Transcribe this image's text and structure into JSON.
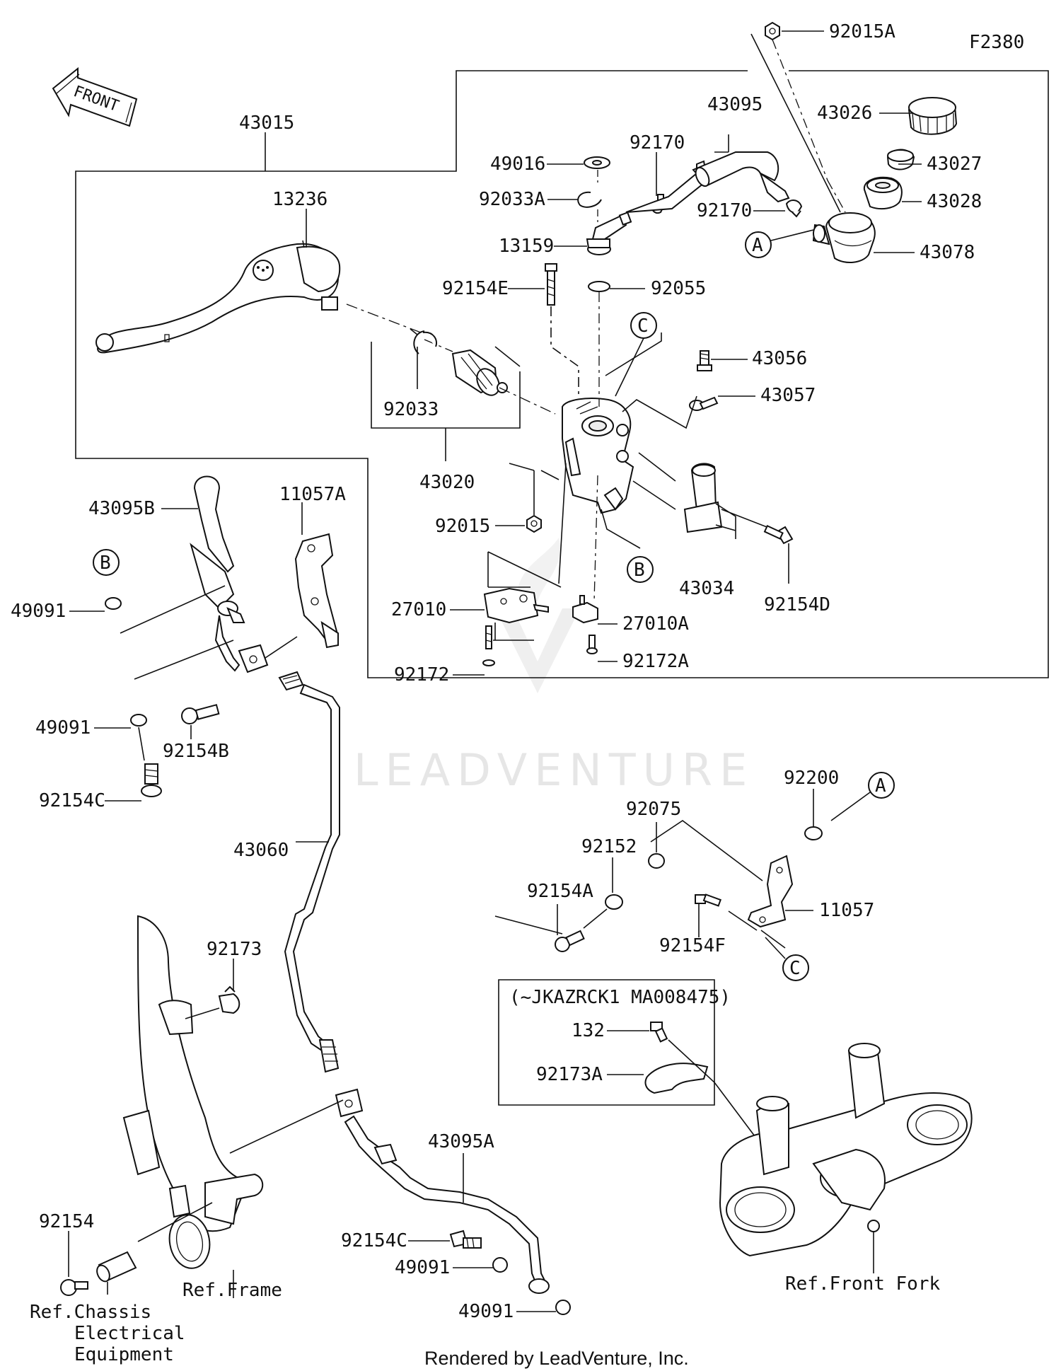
{
  "figure_code": "F2380",
  "front_arrow": "FRONT",
  "watermark": "LEADVENTURE",
  "footer": "Rendered by LeadVenture, Inc.",
  "callouts": {
    "A": "A",
    "B": "B",
    "C": "C"
  },
  "serial_note": "(~JKAZRCK1 MA008475)",
  "references": {
    "chassis_electrical": [
      "Ref.Chassis",
      "Electrical",
      "Equipment"
    ],
    "frame": "Ref.Frame",
    "front_fork": "Ref.Front Fork"
  },
  "parts": [
    "92015A",
    "43015",
    "43095",
    "43026",
    "43027",
    "43028",
    "43078",
    "49016",
    "92170",
    "92033A",
    "92170",
    "13236",
    "13159",
    "92154E",
    "92055",
    "43056",
    "43057",
    "92033",
    "43020",
    "92015",
    "43034",
    "92154D",
    "27010",
    "27010A",
    "92172",
    "92172A",
    "43095B",
    "11057A",
    "49091",
    "49091",
    "92154B",
    "92154C",
    "43060",
    "92200",
    "92075",
    "92152",
    "92154A",
    "11057",
    "92154F",
    "132",
    "92173A",
    "92173",
    "92154",
    "43095A",
    "92154C",
    "49091",
    "49091"
  ]
}
